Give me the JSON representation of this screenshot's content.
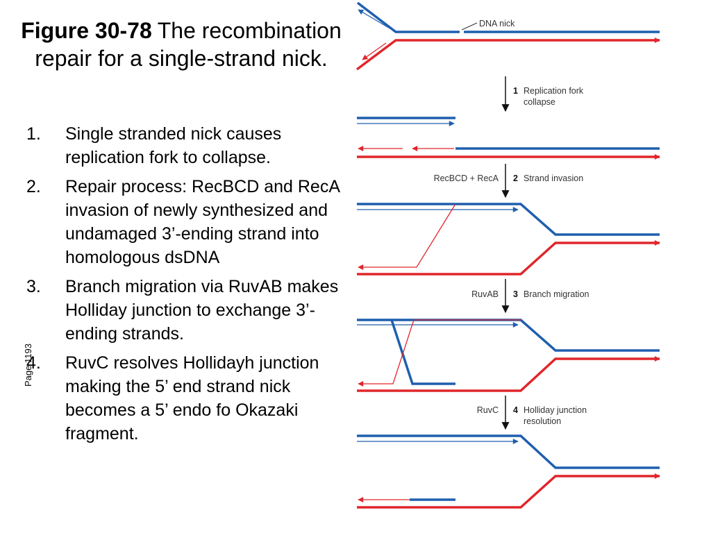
{
  "title": {
    "figure": "Figure 30-78",
    "text": "The recombination repair for a single-strand nick."
  },
  "steps": [
    {
      "num": "1.",
      "text": "Single stranded nick causes replication fork to collapse."
    },
    {
      "num": "2.",
      "text": "Repair process: RecBCD and RecA invasion of newly synthesized and undamaged 3’-ending strand into homologous dsDNA"
    },
    {
      "num": "3.",
      "text": "Branch migration via RuvAB makes Holliday junction to exchange 3’-ending strands."
    },
    {
      "num": "4.",
      "text": "RuvC resolves Hollidayh junction making the 5’ end strand nick becomes a 5’ endo fo Okazaki fragment."
    }
  ],
  "page_ref": "Page 1193",
  "diagram": {
    "nick_label": "DNA nick",
    "stages": [
      {
        "num": "1",
        "label_line1": "Replication fork",
        "label_line2": "collapse",
        "enzyme": ""
      },
      {
        "num": "2",
        "label_line1": "Strand invasion",
        "label_line2": "",
        "enzyme": "RecBCD + RecA"
      },
      {
        "num": "3",
        "label_line1": "Branch migration",
        "label_line2": "",
        "enzyme": "RuvAB"
      },
      {
        "num": "4",
        "label_line1": "Holliday junction",
        "label_line2": "resolution",
        "enzyme": "RuvC"
      }
    ],
    "colors": {
      "blue_strand": "#1f5fae",
      "red_strand": "#e0262b",
      "arrow": "#111111"
    }
  }
}
